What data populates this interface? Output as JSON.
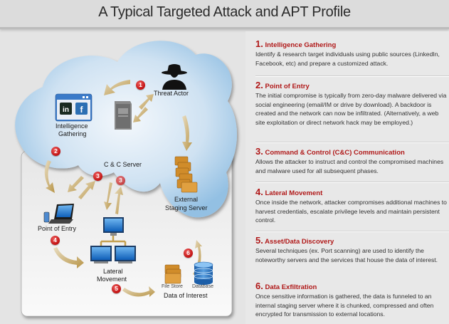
{
  "title": "A Typical Targeted Attack and APT Profile",
  "diagram": {
    "nodes": {
      "threat_actor": "Threat Actor",
      "intelligence_gathering_1": "Intelligence",
      "intelligence_gathering_2": "Gathering",
      "cc_server": "C & C Server",
      "external_staging_1": "External",
      "external_staging_2": "Staging Server",
      "point_of_entry": "Point of Entry",
      "lateral_movement_1": "Lateral",
      "lateral_movement_2": "Movement",
      "file_store": "File Store",
      "database": "Database",
      "data_of_interest": "Data of Interest",
      "linkedin_glyph": "in",
      "facebook_glyph": "f"
    },
    "badges": [
      "1",
      "2",
      "3",
      "3",
      "4",
      "5",
      "6"
    ],
    "colors": {
      "cloud": "#a9cdea",
      "arrow": "#c8a860",
      "badge": "#c01010",
      "heading": "#b01818"
    }
  },
  "steps": [
    {
      "num": "1.",
      "heading": "Intelligence Gathering",
      "body": "Identify & research target individuals using public sources (LinkedIn, Facebook, etc) and prepare a customized attack."
    },
    {
      "num": "2.",
      "heading": "Point of Entry",
      "body": "The initial compromise is typically  from  zero-day malware delivered via social engineering (email/IM or drive by download).  A backdoor is created  and the network can now be infiltrated. (Alternatively, a web site exploitation or direct network hack may be employed.)"
    },
    {
      "num": "3.",
      "heading": "Command & Control (C&C) Communication",
      "body": "Allows the attacker  to instruct and control the compromised machines and  malware used for all subsequent phases."
    },
    {
      "num": "4.",
      "heading": "Lateral Movement",
      "body": "Once inside the network, attacker compromises additional machines to  harvest credentials, escalate privilege levels and maintain persistent control."
    },
    {
      "num": "5.",
      "heading": "Asset/Data Discovery",
      "body": "Several techniques (ex. Port scanning) are used to identify the noteworthy servers and the services that house the data of interest."
    },
    {
      "num": "6.",
      "heading": "Data Exfiltration",
      "body": "Once sensitive information is gathered, the data is funneled to an internal staging server where it is chunked, compressed and often encrypted for transmission to external locations."
    }
  ]
}
